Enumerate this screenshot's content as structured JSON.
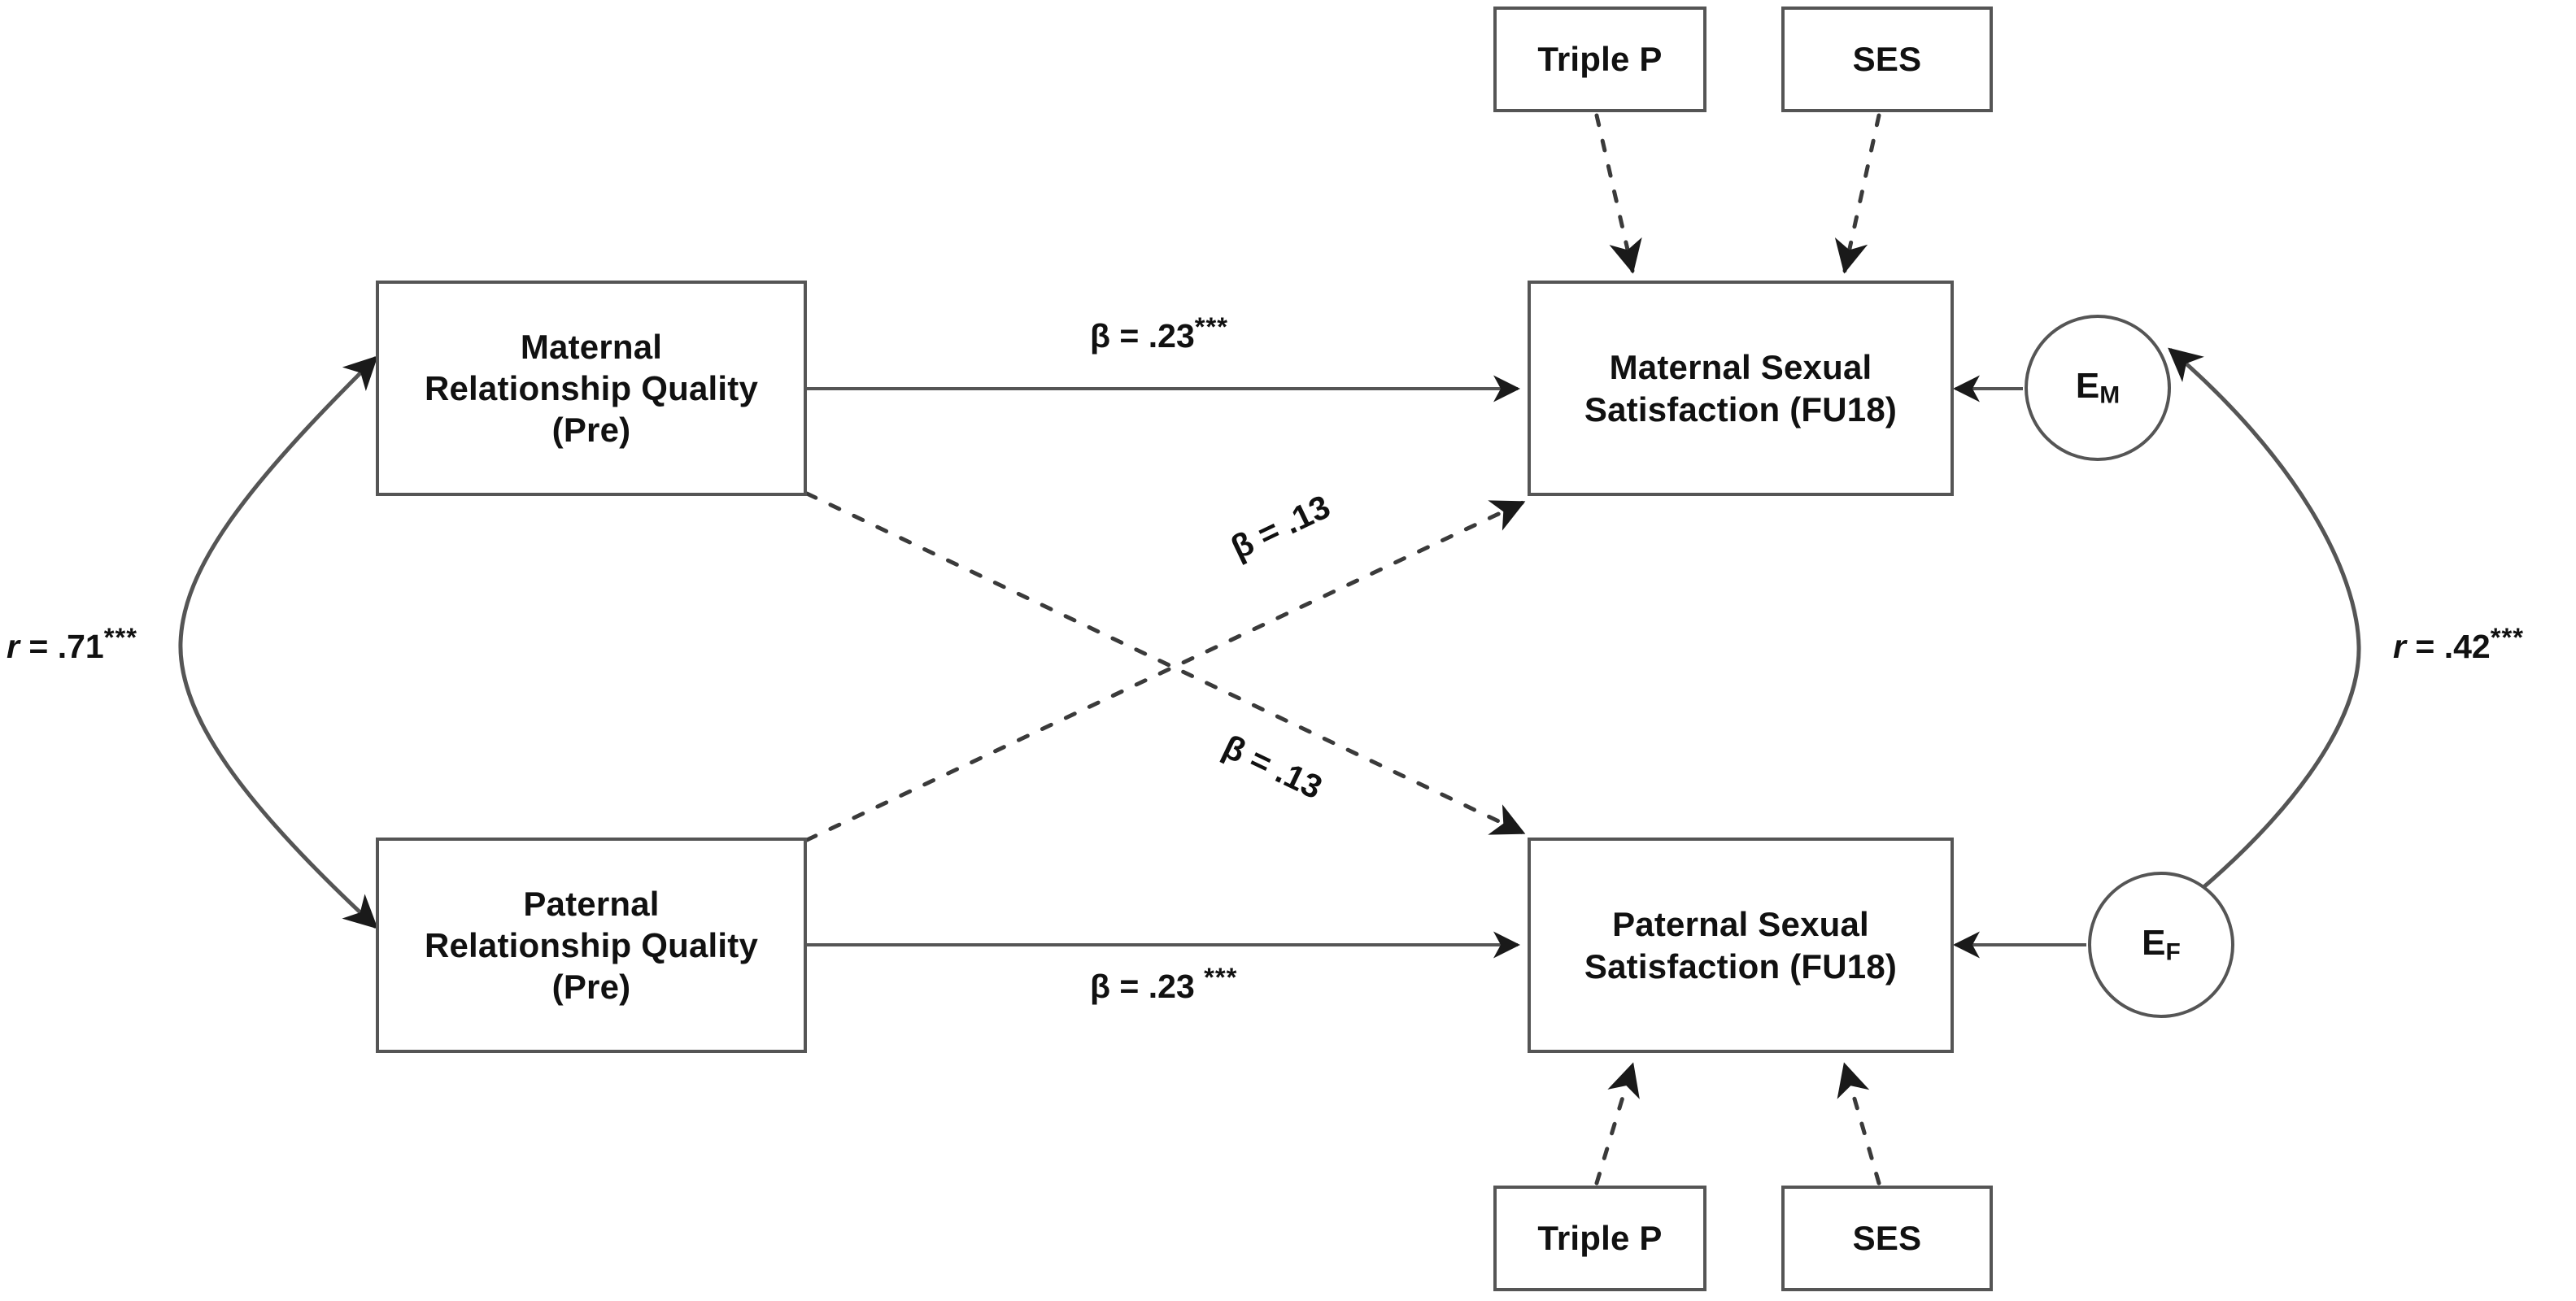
{
  "diagram": {
    "title": "Actor-Partner Interdependence Model of relationship quality and sexual satisfaction",
    "line_color": "#555555",
    "text_color": "#111111",
    "background": "#ffffff"
  },
  "nodes": {
    "maternal_rq": "Maternal\nRelationship Quality\n(Pre)",
    "paternal_rq": "Paternal\nRelationship Quality\n(Pre)",
    "maternal_ss": "Maternal Sexual\nSatisfaction (FU18)",
    "paternal_ss": "Paternal Sexual\nSatisfaction (FU18)",
    "triple_p_top": "Triple P",
    "ses_top": "SES",
    "triple_p_bottom": "Triple P",
    "ses_bottom": "SES",
    "error_maternal": "E",
    "error_maternal_sub": "M",
    "error_paternal": "E",
    "error_paternal_sub": "F"
  },
  "paths": {
    "actor_maternal": {
      "symbol": "β",
      "equals": " = ",
      "value": ".23",
      "stars": "***",
      "full": "β = .23***"
    },
    "actor_paternal": {
      "symbol": "β",
      "equals": " = ",
      "value": ".23 ",
      "stars": "***",
      "full": "β = .23 ***"
    },
    "partner_m_to_f": {
      "symbol": "β",
      "equals": " = ",
      "value": ".13",
      "stars": "",
      "full": "β = .13"
    },
    "partner_f_to_m": {
      "symbol": "β",
      "equals": " = ",
      "value": ".13",
      "stars": "",
      "full": "β = .13"
    },
    "corr_predictors": {
      "symbol": "r",
      "equals": " = ",
      "value": ".71",
      "stars": "***",
      "full": "r = .71***"
    },
    "corr_errors": {
      "symbol": "r",
      "equals": " = ",
      "value": ".42",
      "stars": "***",
      "full": "r = .42***"
    }
  },
  "chart_data": {
    "type": "diagram",
    "title": "Actor-Partner Interdependence Model",
    "nodes": [
      {
        "id": "maternal_rq",
        "label": "Maternal Relationship Quality (Pre)",
        "shape": "rect"
      },
      {
        "id": "paternal_rq",
        "label": "Paternal Relationship Quality (Pre)",
        "shape": "rect"
      },
      {
        "id": "maternal_ss",
        "label": "Maternal Sexual Satisfaction (FU18)",
        "shape": "rect"
      },
      {
        "id": "paternal_ss",
        "label": "Paternal Sexual Satisfaction (FU18)",
        "shape": "rect"
      },
      {
        "id": "triple_p_top",
        "label": "Triple P",
        "shape": "rect"
      },
      {
        "id": "ses_top",
        "label": "SES",
        "shape": "rect"
      },
      {
        "id": "triple_p_bottom",
        "label": "Triple P",
        "shape": "rect"
      },
      {
        "id": "ses_bottom",
        "label": "SES",
        "shape": "rect"
      },
      {
        "id": "error_maternal",
        "label": "E_M",
        "shape": "circle"
      },
      {
        "id": "error_paternal",
        "label": "E_F",
        "shape": "circle"
      }
    ],
    "edges": [
      {
        "from": "maternal_rq",
        "to": "maternal_ss",
        "label": "β = .23***",
        "style": "solid",
        "arrow": "single"
      },
      {
        "from": "paternal_rq",
        "to": "paternal_ss",
        "label": "β = .23 ***",
        "style": "solid",
        "arrow": "single"
      },
      {
        "from": "maternal_rq",
        "to": "paternal_ss",
        "label": "β = .13",
        "style": "dashed",
        "arrow": "single"
      },
      {
        "from": "paternal_rq",
        "to": "maternal_ss",
        "label": "β = .13",
        "style": "dashed",
        "arrow": "single"
      },
      {
        "from": "maternal_rq",
        "to": "paternal_rq",
        "label": "r = .71***",
        "style": "solid",
        "arrow": "double"
      },
      {
        "from": "error_maternal",
        "to": "error_paternal",
        "label": "r = .42***",
        "style": "solid",
        "arrow": "double"
      },
      {
        "from": "error_maternal",
        "to": "maternal_ss",
        "label": "",
        "style": "solid",
        "arrow": "single"
      },
      {
        "from": "error_paternal",
        "to": "paternal_ss",
        "label": "",
        "style": "solid",
        "arrow": "single"
      },
      {
        "from": "triple_p_top",
        "to": "maternal_ss",
        "label": "",
        "style": "dashed",
        "arrow": "single"
      },
      {
        "from": "ses_top",
        "to": "maternal_ss",
        "label": "",
        "style": "dashed",
        "arrow": "single"
      },
      {
        "from": "triple_p_bottom",
        "to": "paternal_ss",
        "label": "",
        "style": "dashed",
        "arrow": "single"
      },
      {
        "from": "ses_bottom",
        "to": "paternal_ss",
        "label": "",
        "style": "dashed",
        "arrow": "single"
      }
    ]
  }
}
